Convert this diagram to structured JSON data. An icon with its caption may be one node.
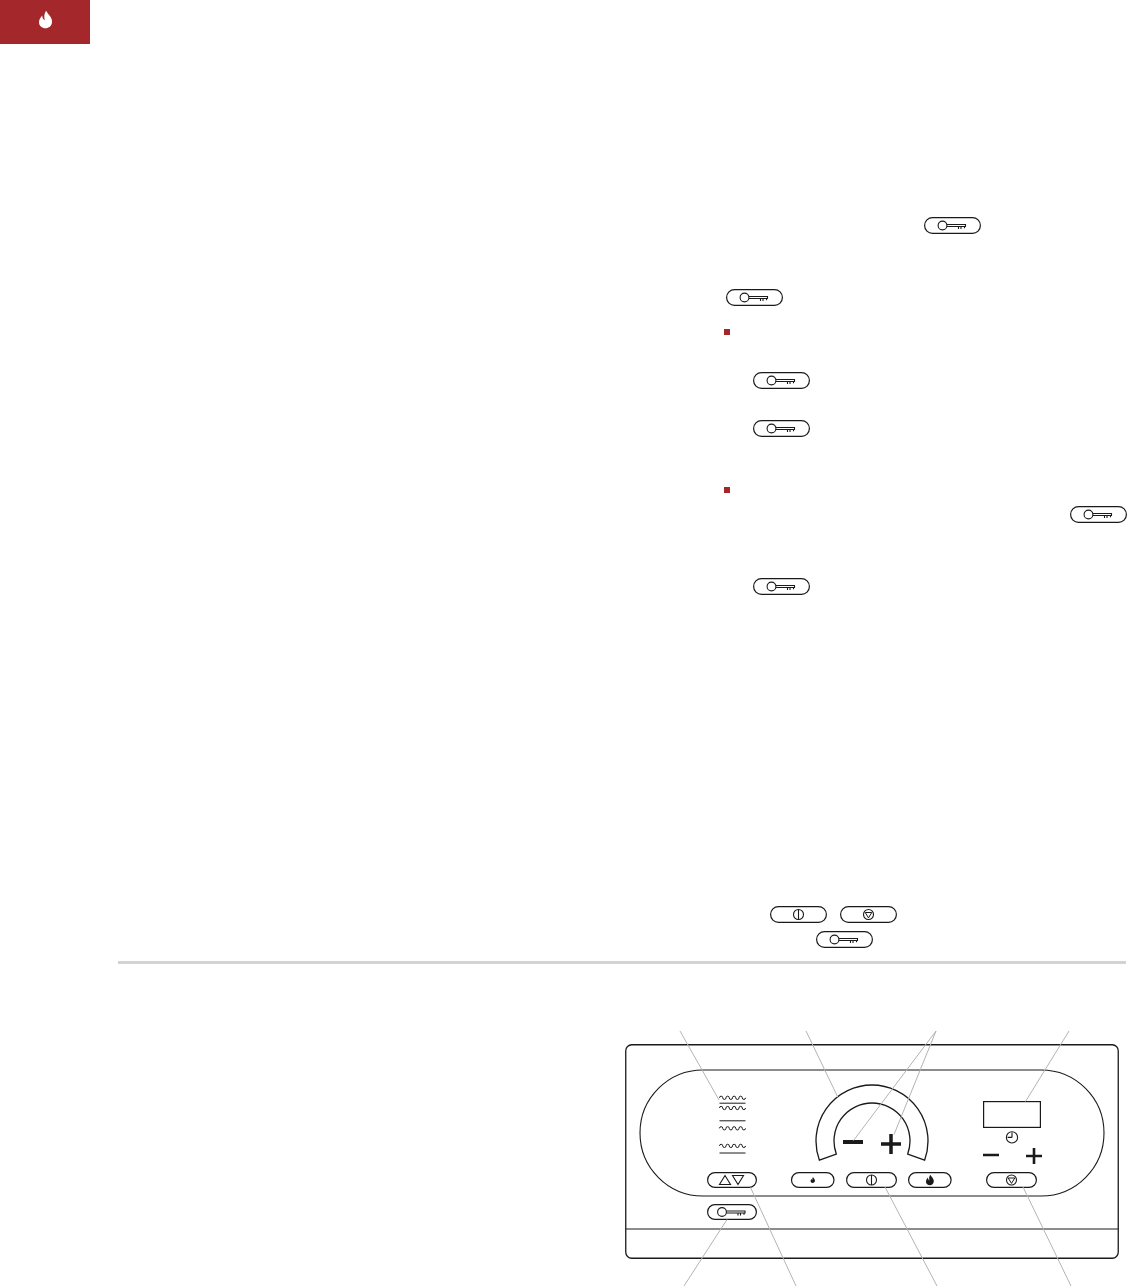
{
  "diagram": {
    "nodes": [
      {
        "text": [],
        "shape": "picture"
      },
      {
        "text": [],
        "shape": "arc"
      },
      {
        "text": [],
        "shape": "bar"
      },
      {
        "text": [],
        "shape": "picture"
      },
      {
        "text": [],
        "shape": "box"
      },
      {
        "text": [],
        "shape": "button"
      },
      {
        "text": [],
        "shape": "button"
      },
      {
        "text": [],
        "shape": "button"
      },
      {
        "text": [],
        "shape": "button"
      }
    ],
    "edges": [
      {
        "from": null,
        "to": 0,
        "arrow": "none"
      },
      {
        "from": null,
        "to": 1,
        "arrow": "none"
      },
      {
        "from": null,
        "to": 2,
        "arrow": "none"
      },
      {
        "from": null,
        "to": 3,
        "arrow": "none"
      },
      {
        "from": null,
        "to": 4,
        "arrow": "none"
      },
      {
        "from": null,
        "to": 8,
        "arrow": "none"
      },
      {
        "from": null,
        "to": 5,
        "arrow": "none"
      },
      {
        "from": null,
        "to": 6,
        "arrow": "none"
      },
      {
        "from": null,
        "to": 7,
        "arrow": "none"
      }
    ]
  }
}
